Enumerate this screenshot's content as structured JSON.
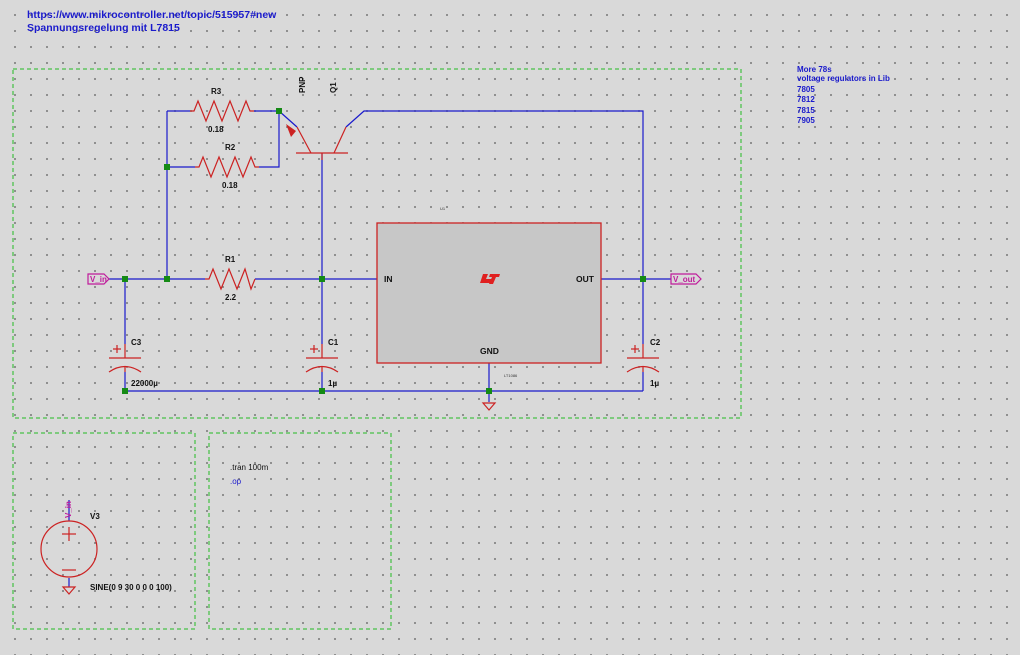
{
  "header": {
    "url": "https://www.mikrocontroller.net/topic/515957#new",
    "title": "Spannungsregelung mit L7815"
  },
  "notes": {
    "line1": "More 78s",
    "line2": "voltage regulators in Lib",
    "items": [
      "7805",
      "7812",
      "7815",
      "7905"
    ]
  },
  "components": {
    "r3": {
      "name": "R3",
      "value": "0.18"
    },
    "r2": {
      "name": "R2",
      "value": "0.18"
    },
    "r1": {
      "name": "R1",
      "value": "2.2"
    },
    "q1": {
      "name": "Q1",
      "type": "PNP"
    },
    "c3": {
      "name": "C3",
      "value": "22000µ"
    },
    "c1": {
      "name": "C1",
      "value": "1µ"
    },
    "c2": {
      "name": "C2",
      "value": "1µ"
    },
    "v3": {
      "name": "V3",
      "value": "SINE(0 9 30 0 0 0 100)"
    },
    "u1": {
      "name": "U1",
      "pin_in": "IN",
      "pin_out": "OUT",
      "pin_gnd": "GND",
      "model": "LT1086"
    }
  },
  "net_labels": {
    "vin_left": "V_in",
    "vout": "V_out",
    "vin_source": "V_in"
  },
  "directives": {
    "tran": ".tran 100m",
    "op": ".op"
  },
  "colors": {
    "wire": "#1a1acc",
    "component": "#cc2222",
    "node": "#158a15",
    "label": "#c01b9b",
    "block_border": "#22bb22",
    "background": "#d9d9d9"
  }
}
